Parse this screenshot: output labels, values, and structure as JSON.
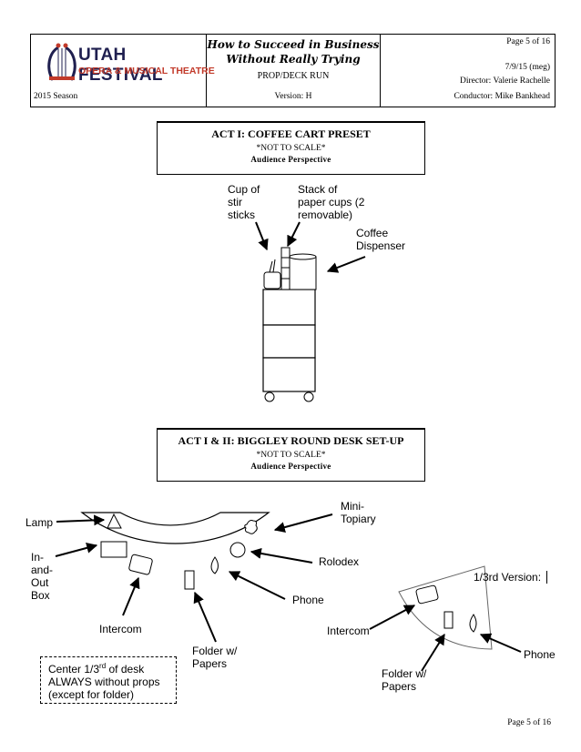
{
  "header": {
    "logo": {
      "line1": "UTAH FESTIVAL",
      "line2": "OPERA & MUSICAL THEATRE"
    },
    "season": "2015 Season",
    "show_title_line1": "How to Succeed in Business",
    "show_title_line2": "Without Really Trying",
    "doc_type": "PROP/DECK RUN",
    "version": "Version: H",
    "page": "Page 5 of 16",
    "date": "7/9/15 (meg)",
    "director": "Director: Valerie Rachelle",
    "conductor": "Conductor: Mike Bankhead"
  },
  "section1": {
    "title": "ACT I: COFFEE CART PRESET",
    "note": "*NOT TO SCALE*",
    "perspective": "Audience Perspective",
    "labels": {
      "stir_sticks": [
        "Cup of",
        "stir",
        "sticks"
      ],
      "paper_cups": [
        "Stack of",
        "paper cups (2",
        "removable)"
      ],
      "dispenser": [
        "Coffee",
        "Dispenser"
      ]
    }
  },
  "section2": {
    "title": "ACT I & II: BIGGLEY ROUND DESK SET-UP",
    "note": "*NOT TO SCALE*",
    "perspective": "Audience Perspective",
    "labels": {
      "lamp": "Lamp",
      "inout": [
        "In-",
        "and-",
        "Out",
        "Box"
      ],
      "intercom": "Intercom",
      "folder": [
        "Folder w/",
        "Papers"
      ],
      "phone": "Phone",
      "rolodex": "Rolodex",
      "topiary": [
        "Mini-",
        "Topiary"
      ],
      "third_version": "1/3rd Version:",
      "intercom2": "Intercom",
      "folder2": [
        "Folder w/",
        "Papers"
      ],
      "phone2": "Phone",
      "center_note": [
        "Center 1/3",
        "rd",
        " of desk",
        "ALWAYS without props",
        "(except for folder)"
      ]
    }
  },
  "footer": {
    "page": "Page 5 of 16"
  }
}
